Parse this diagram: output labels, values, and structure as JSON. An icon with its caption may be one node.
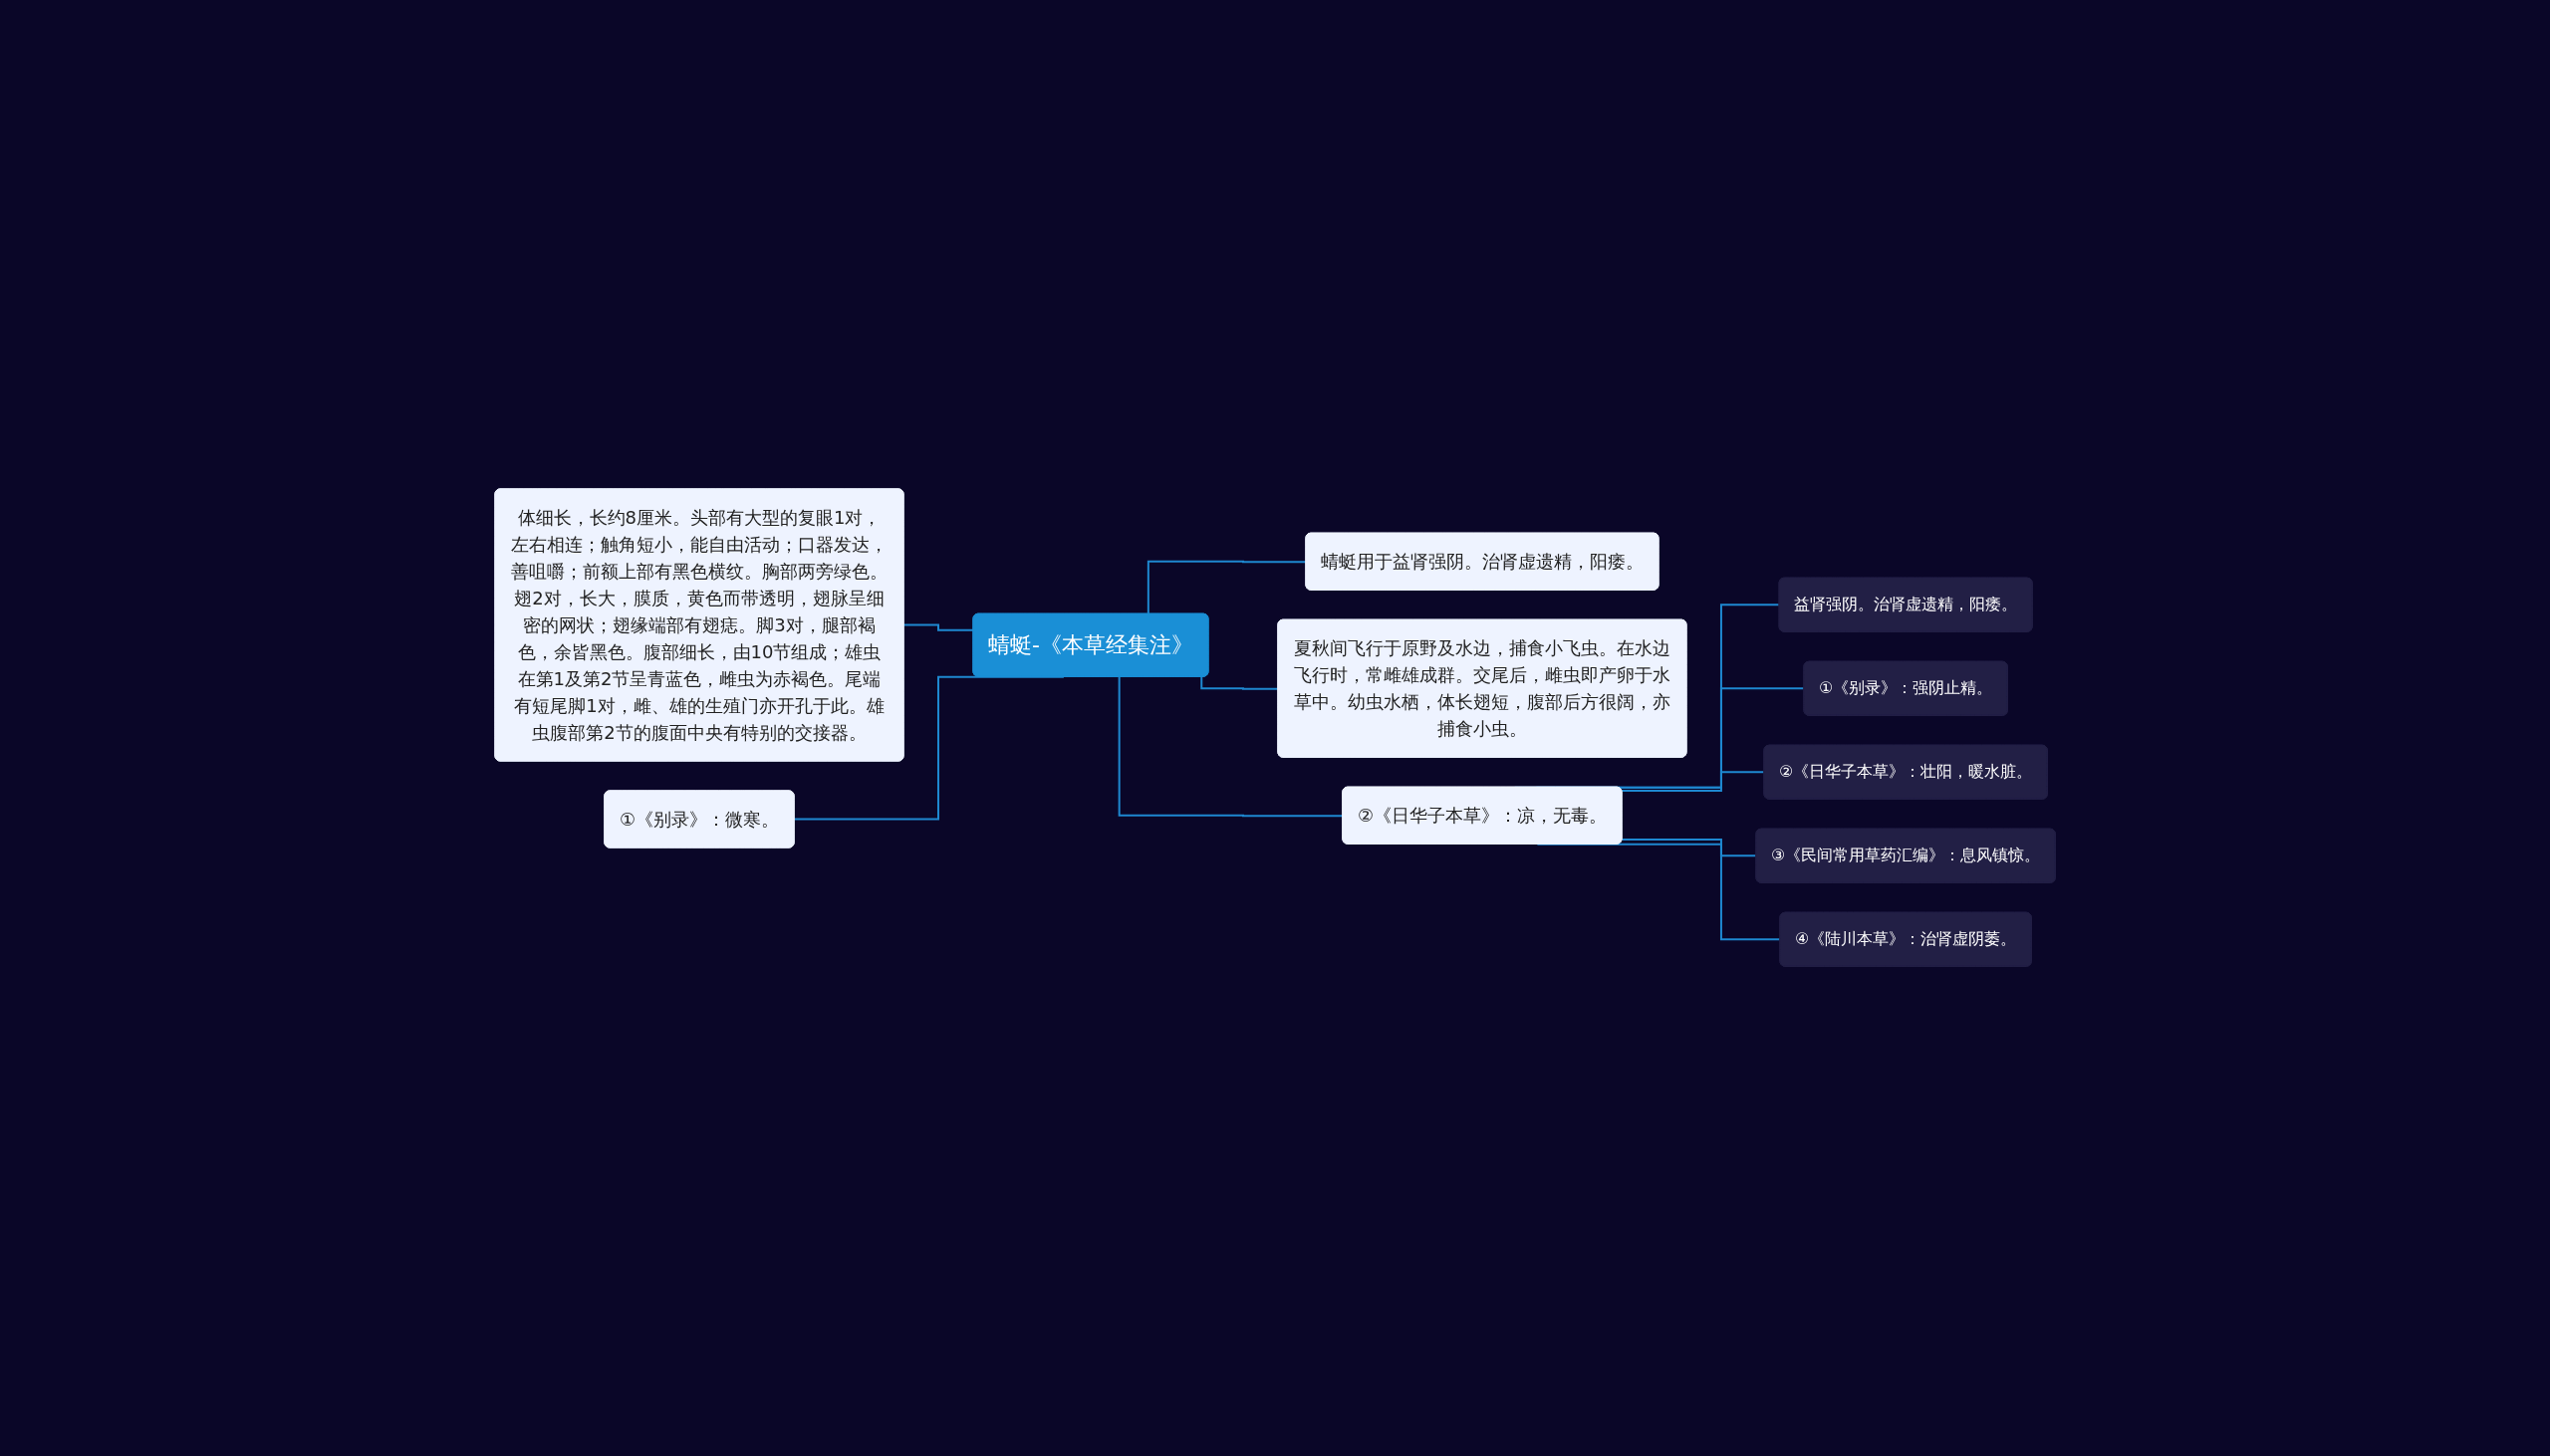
{
  "diagram": {
    "nodes": [
      {
        "text": [
          "蜻蜓-《本草经集注》"
        ]
      },
      {
        "text": [
          "体细长，长约8厘米。头部有大型的复眼1对，左右相连；触角短小，能自由活动；口器发达，善咀嚼；前额上部有黑色横纹。胸部两旁绿色。翅2对，长大，膜质，黄色而带透明，翅脉呈细密的网状；翅缘端部有翅痣。脚3对，腿部褐色，余皆黑色。腹部细长，由10节组成；雄虫在第1及第2节呈青蓝色，雌虫为赤褐色。尾端有短尾脚1对，雌、雄的生殖门亦开孔于此。雄虫腹部第2节的腹面中央有特别的交接器。"
        ]
      },
      {
        "text": [
          "①《别录》：微寒。"
        ]
      },
      {
        "text": [
          "蜻蜓用于益肾强阴。治肾虚遗精，阳痿。"
        ]
      },
      {
        "text": [
          "夏秋间飞行于原野及水边，捕食小飞虫。在水边飞行时，常雌雄成群。交尾后，雌虫即产卵于水草中。幼虫水栖，体长翅短，腹部后方很阔，亦捕食小虫。"
        ]
      },
      {
        "text": [
          "②《日华子本草》：凉，无毒。"
        ]
      },
      {
        "text": [
          "益肾强阴。治肾虚遗精，阳痿。"
        ]
      },
      {
        "text": [
          "①《别录》：强阴止精。"
        ]
      },
      {
        "text": [
          "②《日华子本草》：壮阳，暖水脏。"
        ]
      },
      {
        "text": [
          "③《民间常用草药汇编》：息风镇惊。"
        ]
      },
      {
        "text": [
          "④《陆川本草》：治肾虚阴萎。"
        ]
      }
    ],
    "edges": [
      {
        "from": 0,
        "to": 1,
        "arrow": "none"
      },
      {
        "from": 0,
        "to": 2,
        "arrow": "none"
      },
      {
        "from": 0,
        "to": 3,
        "arrow": "none"
      },
      {
        "from": 0,
        "to": 4,
        "arrow": "none"
      },
      {
        "from": 0,
        "to": 5,
        "arrow": "none"
      },
      {
        "from": 5,
        "to": 6,
        "arrow": "none"
      },
      {
        "from": 5,
        "to": 7,
        "arrow": "none"
      },
      {
        "from": 5,
        "to": 8,
        "arrow": "none"
      },
      {
        "from": 5,
        "to": 9,
        "arrow": "none"
      },
      {
        "from": 5,
        "to": 10,
        "arrow": "none"
      }
    ]
  }
}
